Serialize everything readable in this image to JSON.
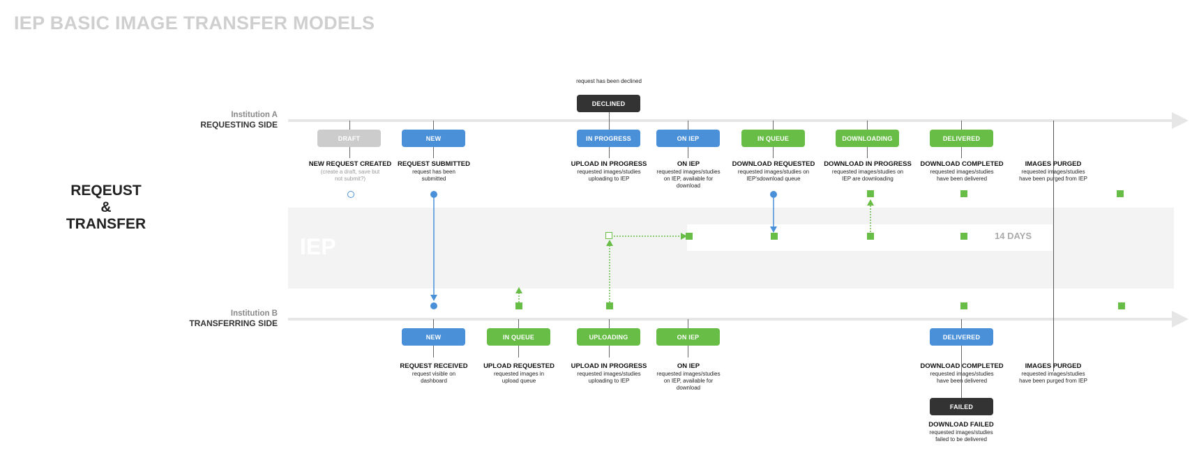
{
  "title": "IEP BASIC IMAGE TRANSFER MODELS",
  "left_label": [
    "REQEUST",
    "&",
    "TRANSFER"
  ],
  "band": {
    "label": "IEP",
    "days": "14 DAYS"
  },
  "requesting": {
    "institution": "Institution A",
    "side": "REQUESTING SIDE",
    "declined": {
      "label": "DECLINED",
      "note": "request has been declined"
    },
    "statuses": [
      {
        "label": "DRAFT",
        "heading": "NEW REQUEST CREATED",
        "sub": "(create a draft, save but not submit?)"
      },
      {
        "label": "NEW",
        "heading": "REQUEST SUBMITTED",
        "sub": "request has been submitted"
      },
      {
        "label": "IN PROGRESS",
        "heading": "UPLOAD IN PROGRESS",
        "sub": "requested images/studies uploading to IEP"
      },
      {
        "label": "ON IEP",
        "heading": "ON IEP",
        "sub": "requested images/studies on IEP, available for download"
      },
      {
        "label": "IN QUEUE",
        "heading": "DOWNLOAD REQUESTED",
        "sub": "requested images/studies on IEP'sdownload queue"
      },
      {
        "label": "DOWNLOADING",
        "heading": "DOWNLOAD IN PROGRESS",
        "sub": "requested images/studies on IEP are downloading"
      },
      {
        "label": "DELIVERED",
        "heading": "DOWNLOAD COMPLETED",
        "sub": "requested images/studies have been delivered"
      }
    ],
    "purged": {
      "heading": "IMAGES PURGED",
      "sub": "requested images/studies have been purged from IEP"
    }
  },
  "transferring": {
    "institution": "Institution B",
    "side": "TRANSFERRING SIDE",
    "statuses": [
      {
        "label": "NEW",
        "heading": "REQUEST RECEIVED",
        "sub": "request visible on dashboard"
      },
      {
        "label": "IN QUEUE",
        "heading": "UPLOAD REQUESTED",
        "sub": "requested images in upload queue"
      },
      {
        "label": "UPLOADING",
        "heading": "UPLOAD IN PROGRESS",
        "sub": "requested images/studies uploading to IEP"
      },
      {
        "label": "ON IEP",
        "heading": "ON IEP",
        "sub": "requested images/studies on IEP, available for download"
      },
      {
        "label": "DELIVERED",
        "heading": "DOWNLOAD COMPLETED",
        "sub": "requested images/studies have been delivered"
      }
    ],
    "purged": {
      "heading": "IMAGES PURGED",
      "sub": "requested images/studies have been purged from IEP"
    },
    "failed": {
      "label": "FAILED",
      "heading": "DOWNLOAD FAILED",
      "sub": "requested images/studies failed to be delivered"
    }
  },
  "colors": {
    "blue": "#4a90d9",
    "green": "#67bd45",
    "dark": "#333333",
    "draft": "#cccccc",
    "axis": "#e6e6e6"
  }
}
